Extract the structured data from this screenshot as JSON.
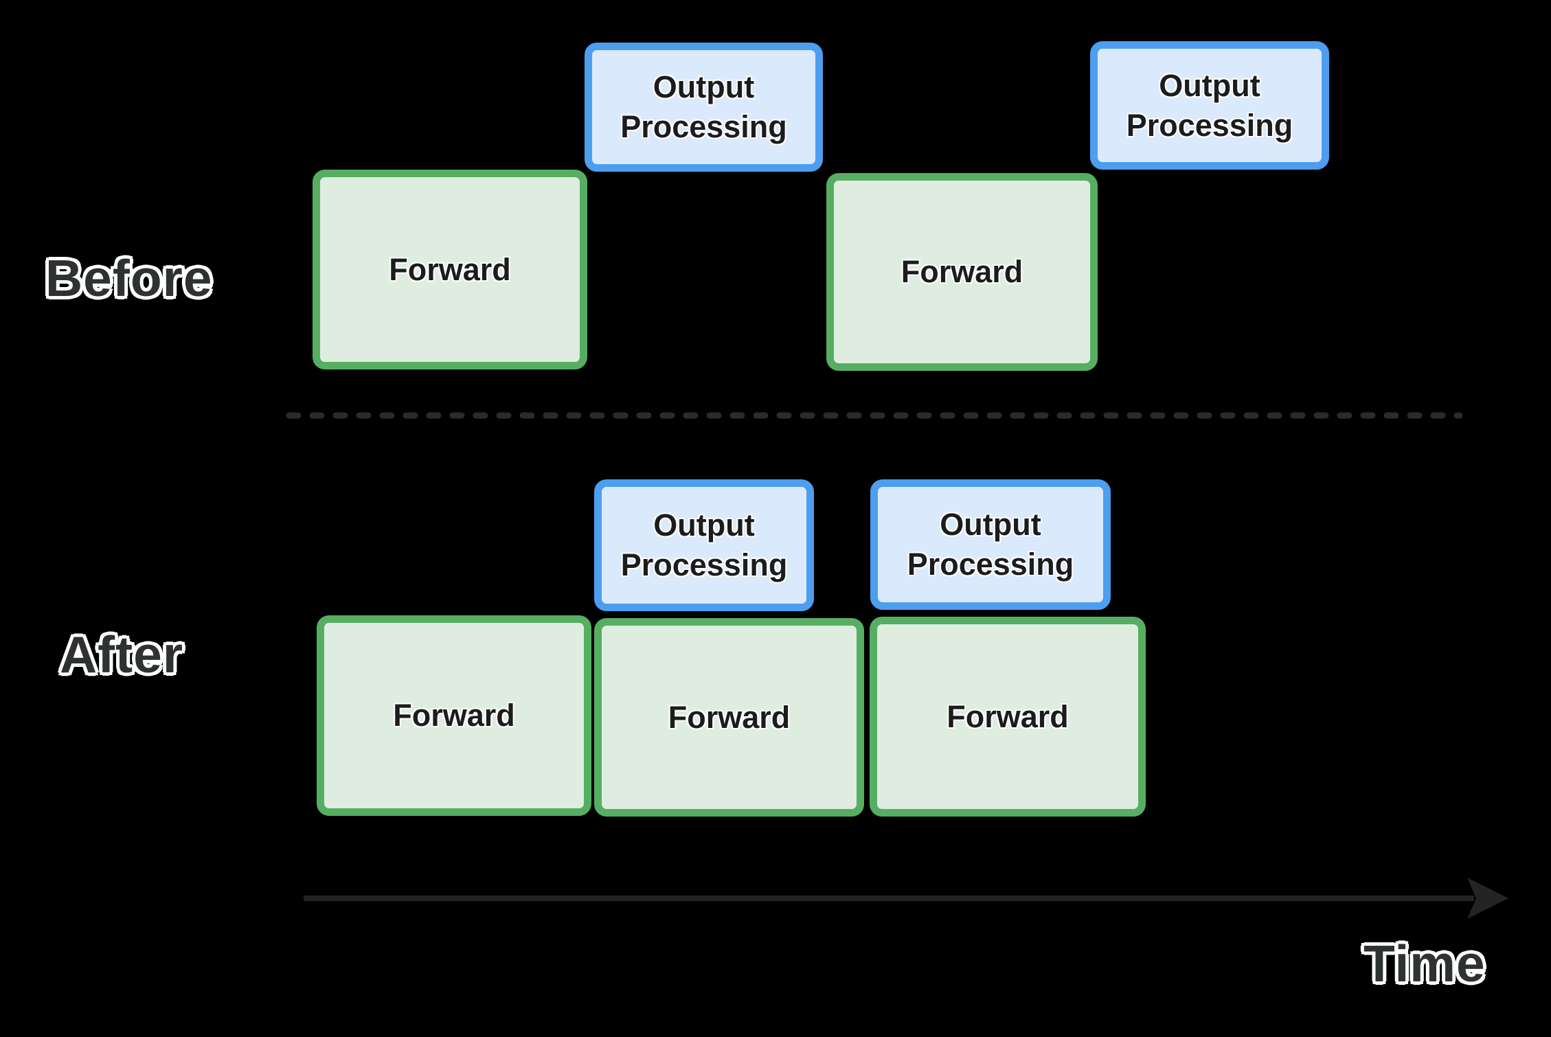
{
  "diagram": {
    "title_semantics": "Before vs After pipelining of Forward and Output Processing stages over time",
    "rows": [
      {
        "id": "before",
        "label": "Before",
        "blocks": [
          {
            "type": "forward",
            "label": "Forward"
          },
          {
            "type": "output",
            "label": "Output Processing"
          },
          {
            "type": "forward",
            "label": "Forward"
          },
          {
            "type": "output",
            "label": "Output Processing"
          }
        ]
      },
      {
        "id": "after",
        "label": "After",
        "blocks": [
          {
            "type": "output",
            "label": "Output Processing"
          },
          {
            "type": "output",
            "label": "Output Processing"
          },
          {
            "type": "forward",
            "label": "Forward"
          },
          {
            "type": "forward",
            "label": "Forward"
          },
          {
            "type": "forward",
            "label": "Forward"
          }
        ]
      }
    ],
    "axis": {
      "label": "Time"
    },
    "colors": {
      "background": "#000000",
      "forward_fill": "#deeddf",
      "forward_border": "#56ae63",
      "output_fill": "#dbe9fc",
      "output_border": "#4d9eee",
      "block_text": "#1c1c1c",
      "row_label_text": "#2f3330",
      "divider_color": "#2b2b2b",
      "axis_arrow": "#242424"
    }
  }
}
